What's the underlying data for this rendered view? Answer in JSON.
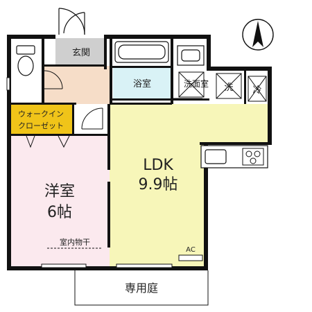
{
  "rooms": {
    "entrance": "玄関",
    "bath": "浴室",
    "washroom": "洗面室",
    "washer": "洗",
    "fridge": "冷",
    "walk_in_closet_line1": "ウォークイン",
    "walk_in_closet_line2": "クローゼット",
    "western_room_line1": "洋室",
    "western_room_line2": "6帖",
    "drying_rail": "室内物干",
    "ldk_line1": "LDK",
    "ldk_line2": "9.9帖",
    "ac": "AC",
    "garden": "専用庭"
  },
  "colors": {
    "wall": "#111111",
    "ldk": "#f7f6b9",
    "western": "#fbe9ee",
    "entrance_floor": "#cfcfcf",
    "hall": "#f6ddc8",
    "bath": "#d9f2f6",
    "closet": "#f0c419",
    "washroom": "#ffffff"
  },
  "icons": {
    "compass": "north-arrow-icon",
    "toilet": "toilet-icon",
    "bathtub": "bathtub-icon",
    "sink": "wash-basin-icon",
    "stove": "stove-icon"
  }
}
